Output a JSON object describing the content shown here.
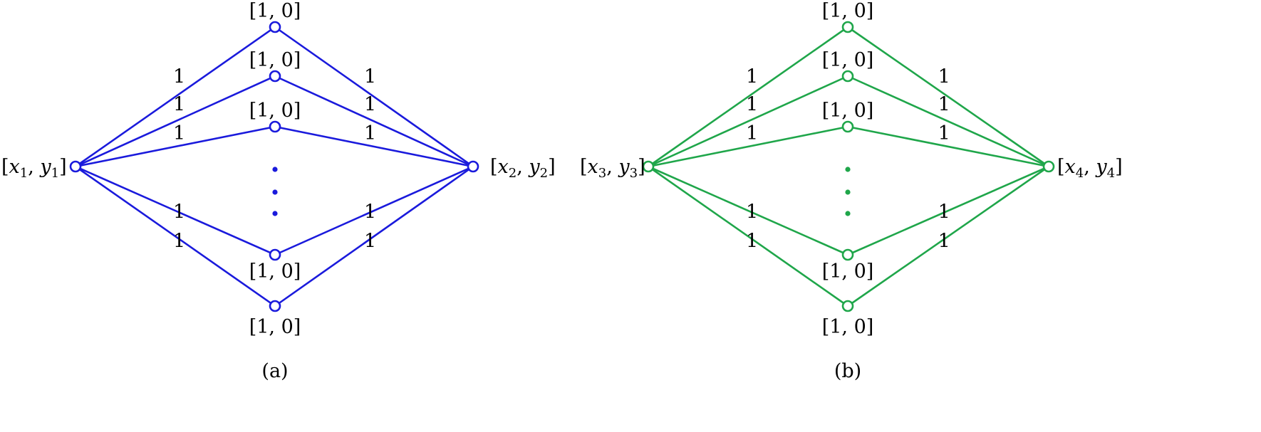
{
  "figures": [
    {
      "id": "a",
      "caption": "(a)",
      "color": "#1a1adc",
      "left_node": {
        "var_x": "x",
        "var_y": "y",
        "sub_x": "1",
        "sub_y": "1"
      },
      "right_node": {
        "var_x": "x",
        "var_y": "y",
        "sub_x": "2",
        "sub_y": "2"
      },
      "middle_nodes": [
        {
          "label": "[1, 0]",
          "left_weight": "1",
          "right_weight": "1"
        },
        {
          "label": "[1, 0]",
          "left_weight": "1",
          "right_weight": "1"
        },
        {
          "label": "[1, 0]",
          "left_weight": "1",
          "right_weight": "1"
        },
        {
          "label": "[1, 0]",
          "left_weight": "1",
          "right_weight": "1"
        },
        {
          "label": "[1, 0]",
          "left_weight": "1",
          "right_weight": "1"
        }
      ]
    },
    {
      "id": "b",
      "caption": "(b)",
      "color": "#1fa64a",
      "left_node": {
        "var_x": "x",
        "var_y": "y",
        "sub_x": "3",
        "sub_y": "3"
      },
      "right_node": {
        "var_x": "x",
        "var_y": "y",
        "sub_x": "4",
        "sub_y": "4"
      },
      "middle_nodes": [
        {
          "label": "[1, 0]",
          "left_weight": "1",
          "right_weight": "1"
        },
        {
          "label": "[1, 0]",
          "left_weight": "1",
          "right_weight": "1"
        },
        {
          "label": "[1, 0]",
          "left_weight": "1",
          "right_weight": "1"
        },
        {
          "label": "[1, 0]",
          "left_weight": "1",
          "right_weight": "1"
        },
        {
          "label": "[1, 0]",
          "left_weight": "1",
          "right_weight": "1"
        }
      ]
    }
  ]
}
